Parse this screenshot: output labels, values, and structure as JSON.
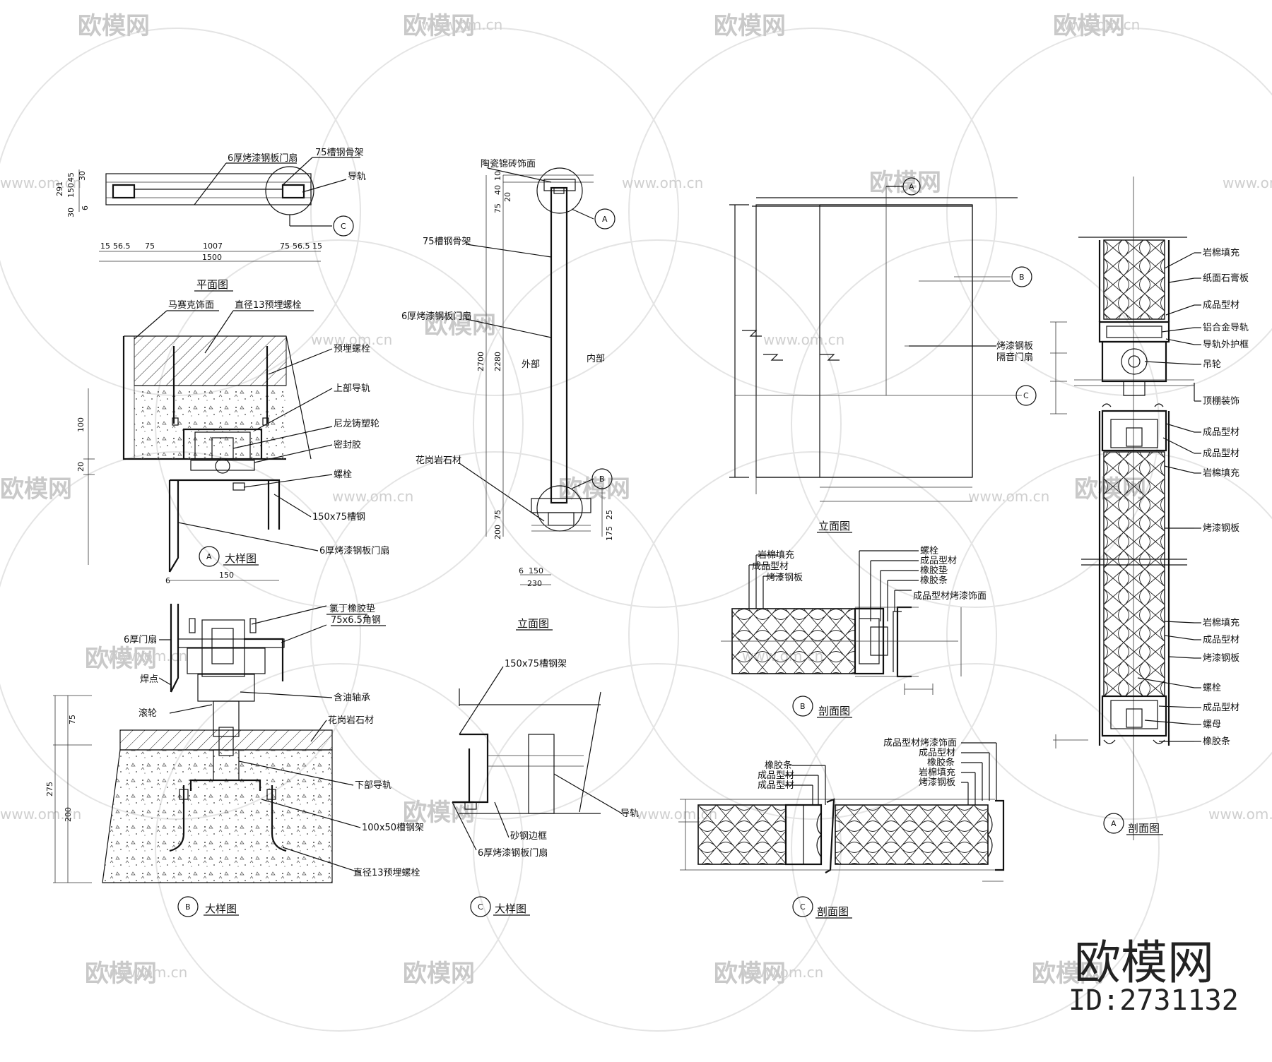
{
  "watermark": {
    "brand": "欧模网",
    "url": "www.om.cn"
  },
  "brand": {
    "name": "欧模网",
    "id": "ID:2731132"
  },
  "plan": {
    "title": "平面图",
    "labels": [
      "6厚烤漆钢板门扇",
      "75槽钢骨架",
      "导轨"
    ],
    "callout": "C",
    "dims_top": [
      "15",
      "56.5",
      "75",
      "1007",
      "75",
      "56.5",
      "15"
    ],
    "dim_total": "1500",
    "dims_side": [
      "291",
      "45",
      "150",
      "30",
      "30",
      "6"
    ]
  },
  "detailA": {
    "title": "大样图",
    "marker": "A",
    "labels": [
      "马赛克饰面",
      "直径13预埋螺栓",
      "预埋螺栓",
      "上部导轨",
      "尼龙铸塑轮",
      "密封胶",
      "螺栓",
      "150x75槽钢",
      "6厚烤漆钢板门扇"
    ],
    "dims": [
      "100",
      "20",
      "6",
      "150"
    ]
  },
  "detailB": {
    "title": "大样图",
    "marker": "B",
    "labels": [
      "氯丁橡胶垫",
      "75x6.5角钢",
      "6厚门扇",
      "焊点",
      "含油轴承",
      "滚轮",
      "花岗岩石材",
      "下部导轨",
      "100x50槽钢架",
      "直径13预埋螺栓"
    ],
    "dims": [
      "75",
      "275",
      "200"
    ]
  },
  "elevation1": {
    "title": "立面图",
    "labels": [
      "陶瓷锦砖饰面",
      "75槽钢骨架",
      "6厚烤漆钢板门扇",
      "外部",
      "内部",
      "花岗岩石材"
    ],
    "markers": [
      "A",
      "B"
    ],
    "dims": [
      "10",
      "40",
      "20",
      "75",
      "2700",
      "2280",
      "75",
      "25",
      "200",
      "175",
      "6",
      "150",
      "230"
    ]
  },
  "detailC": {
    "title": "大样图",
    "marker": "C",
    "labels": [
      "150x75槽钢架",
      "导轨",
      "砂钢边框",
      "6厚烤漆钢板门扇"
    ]
  },
  "elevation2": {
    "title": "立面图",
    "markers": [
      "A",
      "B",
      "C"
    ],
    "labels": [
      "烤漆钢板",
      "隔音门扇"
    ]
  },
  "sectionB": {
    "title": "剖面图",
    "marker": "B",
    "labels_left": [
      "岩棉填充",
      "成品型材",
      "烤漆钢板"
    ],
    "labels_right": [
      "螺栓",
      "成品型材",
      "橡胶垫",
      "橡胶条",
      "成品型材烤漆饰面"
    ]
  },
  "sectionC": {
    "title": "剖面图",
    "marker": "C",
    "labels_left": [
      "橡胶条",
      "成品型材",
      "成品型材"
    ],
    "labels_right": [
      "成品型材烤漆饰面",
      "成品型材",
      "橡胶条",
      "岩棉填充",
      "烤漆钢板"
    ]
  },
  "sectionA": {
    "title": "剖面图",
    "marker": "A",
    "labels": [
      "岩棉填充",
      "纸面石膏板",
      "成品型材",
      "铝合金导轨",
      "导轨外护框",
      "吊轮",
      "顶棚装饰",
      "成品型材",
      "成品型材",
      "岩棉填充",
      "烤漆钢板",
      "岩棉填充",
      "成品型材",
      "烤漆钢板",
      "螺栓",
      "成品型材",
      "螺母",
      "橡胶条"
    ]
  }
}
